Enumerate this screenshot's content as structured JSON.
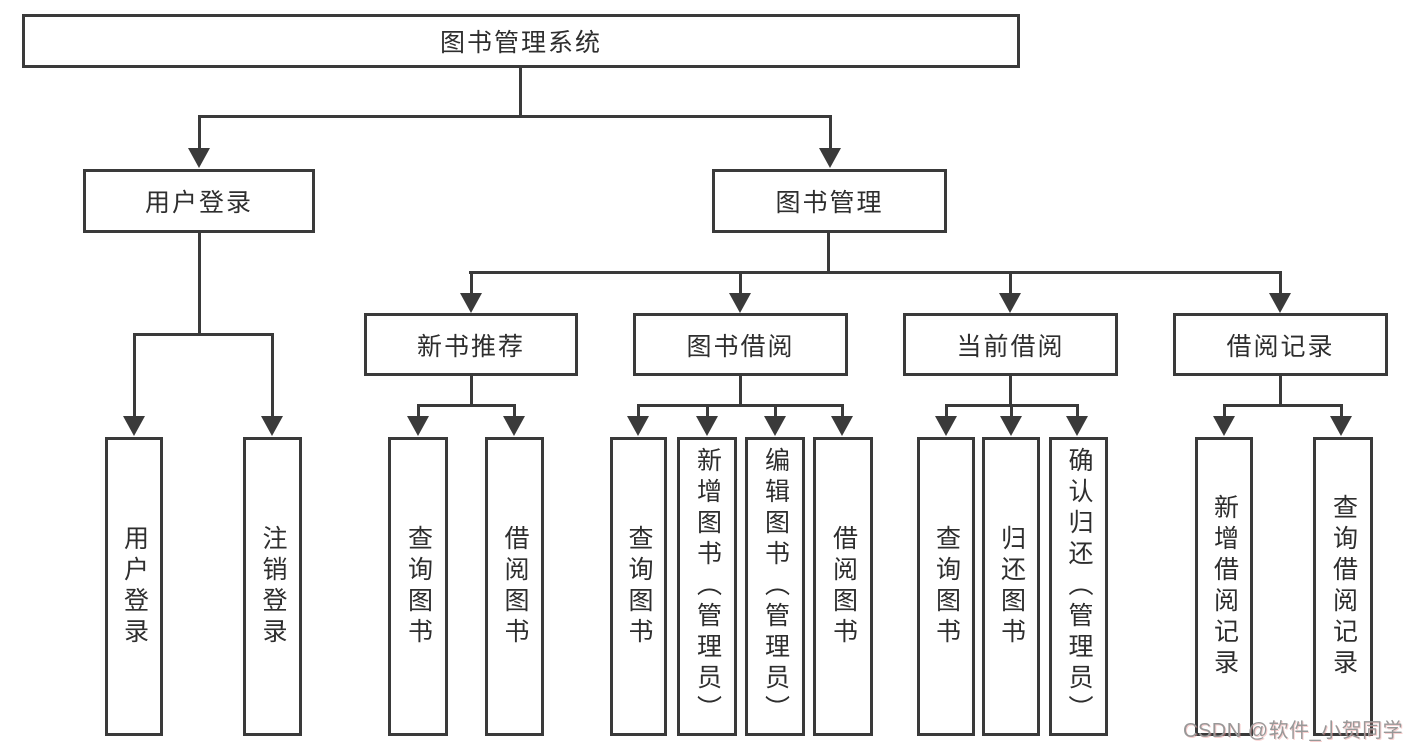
{
  "diagram": {
    "root": {
      "label": "图书管理系统"
    },
    "level2": {
      "user_login": {
        "label": "用户登录"
      },
      "book_management": {
        "label": "图书管理"
      }
    },
    "level3": {
      "new_books": {
        "label": "新书推荐"
      },
      "book_borrow": {
        "label": "图书借阅"
      },
      "current_borrow": {
        "label": "当前借阅"
      },
      "borrow_records": {
        "label": "借阅记录"
      }
    },
    "leaves": {
      "user_login": [
        "用户登录",
        "注销登录"
      ],
      "new_books": [
        "查询图书",
        "借阅图书"
      ],
      "book_borrow": [
        "查询图书",
        "新增图书（管理员）",
        "编辑图书（管理员）",
        "借阅图书"
      ],
      "current_borrow": [
        "查询图书",
        "归还图书",
        "确认归还（管理员）"
      ],
      "borrow_records": [
        "新增借阅记录",
        "查询借阅记录"
      ]
    },
    "watermark": "CSDN @软件_小贺同学",
    "colors": {
      "line": "#3a3a3a",
      "text": "#2e2e2e",
      "background": "#ffffff",
      "watermark": "#989898"
    }
  }
}
